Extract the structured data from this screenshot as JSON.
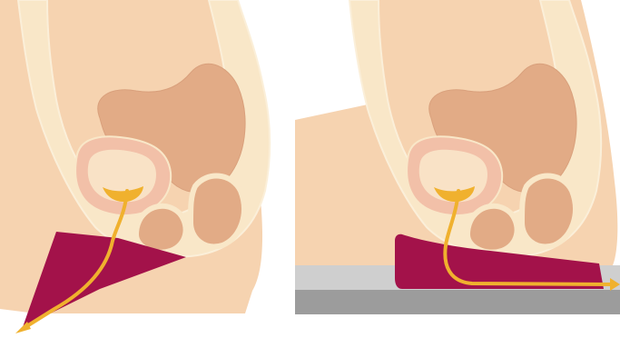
{
  "diagram": {
    "panels": [
      {
        "id": "standing-collector",
        "icon": "flow-arrow-icon",
        "flow_direction": "down-left"
      },
      {
        "id": "seated-pad",
        "icon": "flow-arrow-icon",
        "flow_direction": "right"
      }
    ]
  },
  "colors": {
    "skin": "#f6d3b0",
    "bone": "#f9e7c8",
    "bone_outline": "#fbefd9",
    "organ": "#e2ab86",
    "organ_shadow": "#d9a07c",
    "bladder_wall": "#f2c0a8",
    "bladder_inner": "#f9e2c6",
    "urine": "#f0b12e",
    "device": "#a3124a",
    "seat_top": "#cfcfcf",
    "seat_bottom": "#9c9c9c",
    "background": "#ffffff"
  }
}
